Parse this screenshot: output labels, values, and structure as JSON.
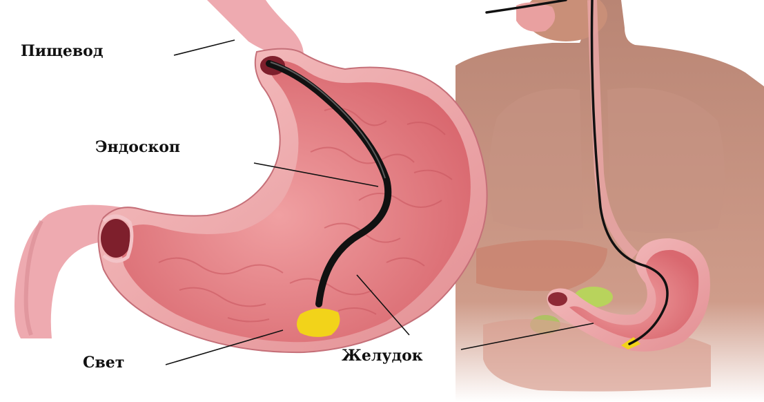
{
  "labels": {
    "esophagus": "Пищевод",
    "endoscope": "Эндоскоп",
    "light": "Свет",
    "stomach": "Желудок"
  },
  "colors": {
    "background": "#ffffff",
    "body_skin": "#c98f78",
    "stomach_wall": "#e9a0a0",
    "stomach_inner": "#e37a80",
    "endoscope": "#111111",
    "light": "#f2d31a",
    "label_text": "#111111"
  }
}
